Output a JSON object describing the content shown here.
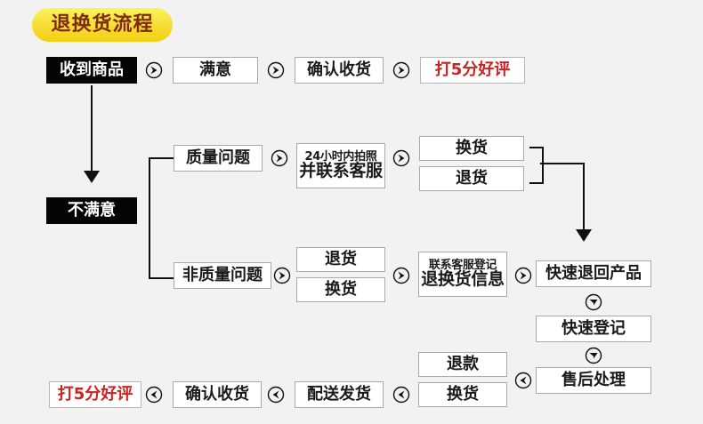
{
  "title": {
    "text": "退换货流程"
  },
  "colors": {
    "background": "#f2f2f2",
    "banner_start": "#fdf35a",
    "banner_end": "#f2cf12",
    "banner_text": "#7d2b12",
    "box_border": "#a9a9a9",
    "box_text": "#1a1a1a",
    "black_box_bg": "#050505",
    "black_box_text": "#ffffff",
    "red_text": "#cc2222",
    "connector": "#111111"
  },
  "nodes": {
    "received": "收到商品",
    "satisfied": "满意",
    "confirm_receipt_top": "确认收货",
    "five_star_top": "打5分好评",
    "unsatisfied": "不满意",
    "quality_issue": "质量问题",
    "photo_line1": "24小时内拍照",
    "photo_line2": "并联系客服",
    "exchange_top": "换货",
    "return_top": "退货",
    "non_quality_issue": "非质量问题",
    "return_mid": "退货",
    "exchange_mid": "换货",
    "register_line1": "联系客服登记",
    "register_line2": "退换货信息",
    "fast_return": "快速退回产品",
    "fast_register": "快速登记",
    "after_sales": "售后处理",
    "refund_bottom": "退款",
    "exchange_bottom": "换货",
    "ship_bottom": "配送发货",
    "confirm_receipt_bottom": "确认收货",
    "five_star_bottom": "打5分好评"
  },
  "icons": {
    "arrow_right": "arrow-right-circle-icon",
    "arrow_left": "arrow-left-circle-icon",
    "arrow_down": "arrow-down-circle-icon"
  }
}
